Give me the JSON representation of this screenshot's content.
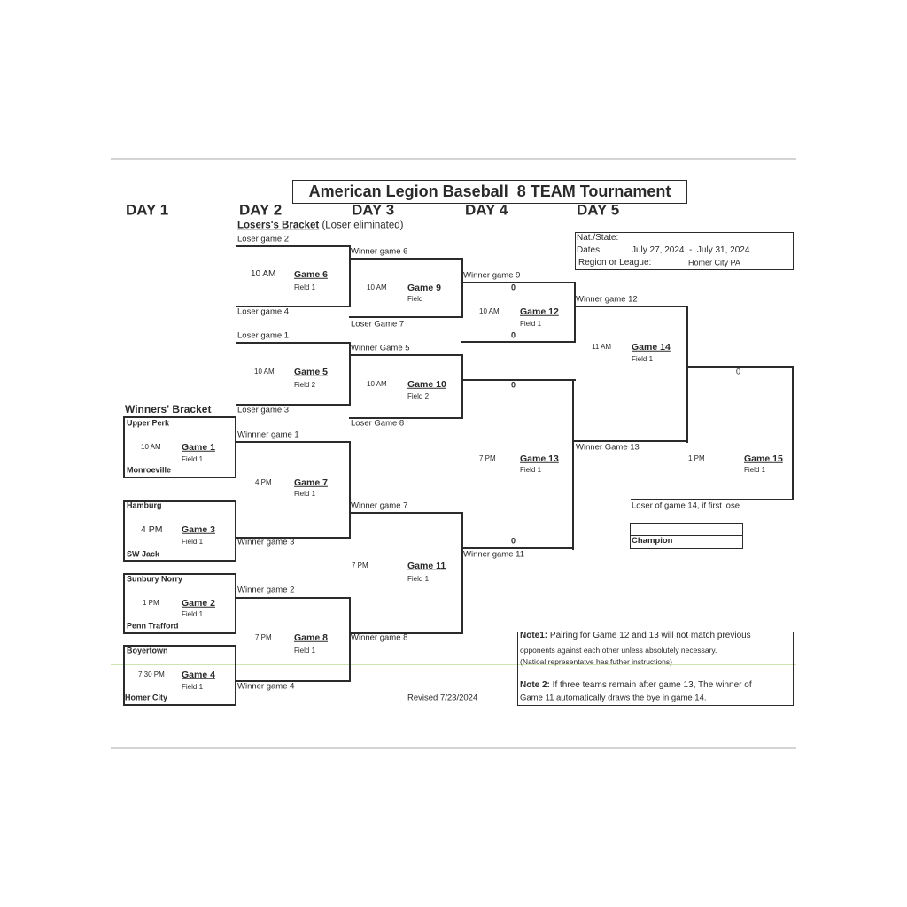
{
  "title": "American Legion Baseball  8 TEAM Tournament",
  "days": [
    "DAY 1",
    "DAY 2",
    "DAY 3",
    "DAY 4",
    "DAY 5"
  ],
  "losers_bracket": {
    "title": "Losers's Bracket",
    "subtitle": "(Loser eliminated)"
  },
  "winners_bracket": {
    "title": "Winners' Bracket"
  },
  "info": {
    "nat_state_label": "Nat./State:",
    "dates_label": "Dates:",
    "dates_value": "July 27, 2024  -  July 31, 2024",
    "region_label": "Region or League:",
    "region_value": "Homer City PA"
  },
  "games": {
    "g1": {
      "name": "Game 1",
      "time": "10 AM",
      "field": "Field 1",
      "team_top": "Upper Perk",
      "team_bottom": "Monroeville"
    },
    "g3": {
      "name": "Game 3",
      "time": "4 PM",
      "field": "Field 1",
      "team_top": "Hamburg",
      "team_bottom": "SW Jack"
    },
    "g2": {
      "name": "Game 2",
      "time": "1 PM",
      "field": "Field 1",
      "team_top": "Sunbury Norry",
      "team_bottom": "Penn Trafford"
    },
    "g4": {
      "name": "Game 4",
      "time": "7:30 PM",
      "field": "Field 1",
      "team_top": "Boyertown",
      "team_bottom": "Homer City"
    },
    "g6": {
      "name": "Game 6",
      "time": "10 AM",
      "field": "Field 1",
      "top": "Loser game 2",
      "bottom": "Loser game 4"
    },
    "g5": {
      "name": "Game 5",
      "time": "10 AM",
      "field": "Field 2",
      "top": "Loser game 1",
      "bottom": "Loser game 3"
    },
    "g7": {
      "name": "Game 7",
      "time": "4 PM",
      "field": "Field 1",
      "top": "Winnner game 1",
      "bottom": "Winner game 3"
    },
    "g8": {
      "name": "Game 8",
      "time": "7 PM",
      "field": "Field 1",
      "top": "Winner game 2",
      "bottom": "Winner game 4"
    },
    "g9": {
      "name": "Game 9",
      "time": "10 AM",
      "field": "Field",
      "top": "Winner game 6",
      "bottom": "Loser Game 7"
    },
    "g10": {
      "name": "Game 10",
      "time": "10 AM",
      "field": "Field 2",
      "top": "Winner Game 5",
      "bottom": "Loser Game 8"
    },
    "g11": {
      "name": "Game 11",
      "time": "7 PM",
      "field": "Field 1",
      "top": "Winner game 7",
      "bottom": "Winner game 8"
    },
    "g12": {
      "name": "Game 12",
      "time": "10 AM",
      "field": "Field 1",
      "top": "Winner game 9",
      "score_top": "0",
      "score_bottom": "0"
    },
    "g13": {
      "name": "Game 13",
      "time": "7 PM",
      "field": "Field 1",
      "bottom": "Winner game 11",
      "score_top": "0",
      "score_bottom": "0"
    },
    "g14": {
      "name": "Game 14",
      "time": "11 AM",
      "field": "Field 1",
      "top": "Winner game 12",
      "bottom": "Winner Game 13"
    },
    "g15": {
      "name": "Game 15",
      "time": "1 PM",
      "field": "Field 1",
      "score_top": "0",
      "bottom": "Loser of game 14, if first lose"
    }
  },
  "champion": {
    "name": "",
    "label": "Champion"
  },
  "revised": "Revised 7/23/2024",
  "notes": {
    "note1_label": "Note1:",
    "note1_line1": " Pairing for Game 12 and 13 will not match previous",
    "note1_line2": "opponents against each other unless absolutely necessary.",
    "note1_line3": "(Natioal representatve has futher instructions)",
    "note2_label": "Note 2:",
    "note2_line1": " If three teams remain after game 13, The winner of",
    "note2_line2": "Game 11 automatically draws the bye in game 14."
  }
}
